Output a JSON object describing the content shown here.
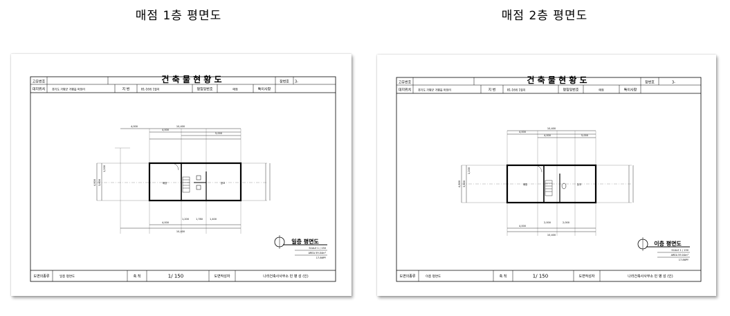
{
  "captions": {
    "left": "매점 1층 평면도",
    "right": "매점 2층 평면도"
  },
  "sheets": [
    {
      "title": "건 축 물 현 황 도",
      "header": {
        "unique_no_label": "고유번호",
        "unique_no": "",
        "sheet_no_label": "장번호",
        "sheet_no": "3-",
        "site_label": "대지위치",
        "site": "경기도 가평군 가평읍 마장리",
        "lot_label": "지 번",
        "lot": "81-16외 1필지",
        "name_label": "명칭및번호",
        "name": "매점",
        "notes_label": "특이사항",
        "notes": ""
      },
      "dims": {
        "top_total": "10,400",
        "top_a": "4,000",
        "top_b": "4,000",
        "top_c": "5,000",
        "left_a": "4,800",
        "left_b": "3,600",
        "left_c": "1,200",
        "bottom_a": "4,000",
        "bottom_b": "1,200",
        "bottom_c": "1,780",
        "bottom_d": "1,400",
        "bottom_total": "10,400",
        "room1": "매장",
        "room2": "창고"
      },
      "stamp": {
        "title": "일층 평면도",
        "scale": "SCALE 1 / 150",
        "area": "AREA 59.04m²",
        "py": "17.86PY"
      },
      "footer": {
        "drawing_label": "도면의종류",
        "drawing": "일층 평면도",
        "scale_label": "축 척",
        "scale": "1/ 150",
        "author_label": "도면작성자",
        "author": "나라건축사사무소 민 병 성 (인)"
      }
    },
    {
      "title": "건 축 물 현 황 도",
      "header": {
        "unique_no_label": "고유번호",
        "unique_no": "",
        "sheet_no_label": "장번호",
        "sheet_no": "3-",
        "site_label": "대지위치",
        "site": "경기도 가평군 가평읍 마장리",
        "lot_label": "지 번",
        "lot": "81-16외 1필지",
        "name_label": "명칭및번호",
        "name": "매점",
        "notes_label": "특이사항",
        "notes": ""
      },
      "dims": {
        "top_total": "10,400",
        "top_a": "4,000",
        "top_b": "4,000",
        "top_c": "5,000",
        "left_a": "4,800",
        "left_b": "3,600",
        "left_c": "1,200",
        "bottom_a": "4,000",
        "bottom_b": "2,000",
        "bottom_c": "2,000",
        "bottom_d": "",
        "bottom_total": "10,400",
        "room1": "매장",
        "room2": "창고"
      },
      "stamp": {
        "title": "이층 평면도",
        "scale": "SCALE 1 / 150",
        "area": "AREA 59.04m²",
        "py": "17.86PY"
      },
      "footer": {
        "drawing_label": "도면의종류",
        "drawing": "이층 평면도",
        "scale_label": "축 척",
        "scale": "1/ 150",
        "author_label": "도면작성자",
        "author": "나라건축사사무소 민 병 성 (인)"
      }
    }
  ]
}
